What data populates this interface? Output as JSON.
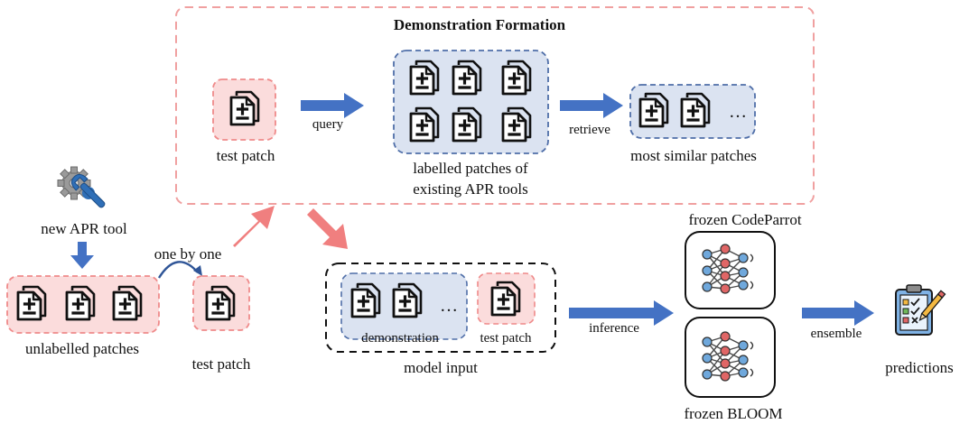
{
  "title": "Demonstration Formation",
  "labels": {
    "test_patch_top": "test patch",
    "query": "query",
    "labelled_line1": "labelled patches of",
    "labelled_line2": "existing APR tools",
    "retrieve": "retrieve",
    "most_similar": "most similar patches",
    "new_apr_tool": "new APR tool",
    "one_by_one": "one by one",
    "unlabelled": "unlabelled patches",
    "test_patch_bottom": "test patch",
    "demonstration": "demonstration",
    "test_patch_model": "test patch",
    "model_input": "model input",
    "inference": "inference",
    "frozen_codeparrot": "frozen CodeParrot",
    "frozen_bloom": "frozen BLOOM",
    "ensemble": "ensemble",
    "predictions": "predictions",
    "ellipsis": "…"
  },
  "colors": {
    "pink_fill": "#fbdcdc",
    "pink_border": "#ef8a8a",
    "blue_fill": "#dbe3f1",
    "blue_border": "#4f6ea8",
    "arrow_blue": "#4472c4",
    "arrow_red": "#f07f7f"
  },
  "icons": [
    "patch-file-icon",
    "gear-wrench-icon",
    "neural-network-icon",
    "checklist-icon"
  ]
}
